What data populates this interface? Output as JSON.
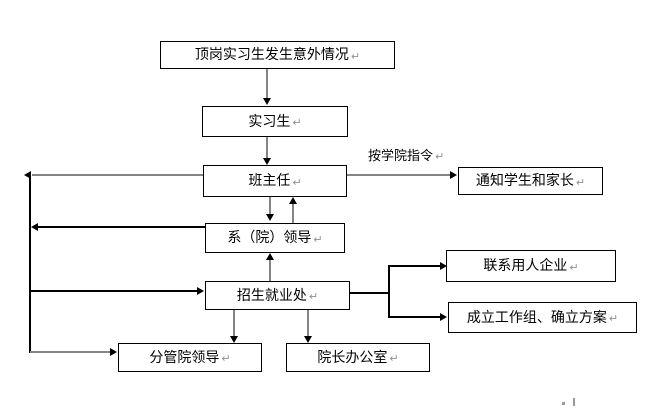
{
  "meta": {
    "return_mark": "↵"
  },
  "colors": {
    "line_black": "#000000",
    "line_gray": "#848484",
    "box_border": "#000000",
    "background": "#ffffff"
  },
  "flowchart": {
    "nodes": {
      "accident": {
        "label": "顶岗实习生发生意外情况"
      },
      "intern": {
        "label": "实习生"
      },
      "teacher": {
        "label": "班主任"
      },
      "dept": {
        "label": "系（院）领导"
      },
      "admissions": {
        "label": "招生就业处"
      },
      "vice": {
        "label": "分管院领导"
      },
      "deanoffice": {
        "label": "院长办公室"
      },
      "notify": {
        "label": "通知学生和家长"
      },
      "employer": {
        "label": "联系用人企业"
      },
      "workgroup": {
        "label": "成立工作组、确立方案"
      }
    },
    "edge_labels": {
      "college_order": "按学院指令"
    }
  }
}
